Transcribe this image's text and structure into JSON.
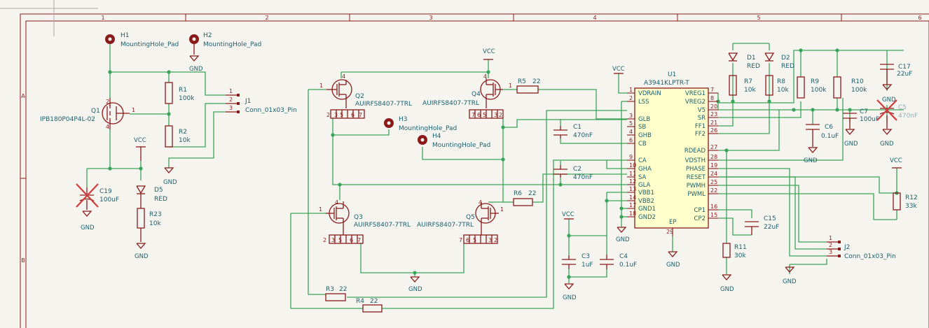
{
  "frame": {
    "columns": [
      "1",
      "2",
      "3",
      "4",
      "5",
      "6"
    ],
    "rows": [
      "A",
      "B"
    ]
  },
  "ic": {
    "ref": "U1",
    "value": "A3941KLPTR-T",
    "left_pins": [
      {
        "num": "1",
        "name": "VDRAIN"
      },
      {
        "num": "2",
        "name": "LSS"
      },
      {
        "num": "3",
        "name": "GLB"
      },
      {
        "num": "5",
        "name": "SB"
      },
      {
        "num": "4",
        "name": "GHB"
      },
      {
        "num": "6",
        "name": "CB"
      },
      {
        "num": "9",
        "name": "CA"
      },
      {
        "num": "10",
        "name": "GHA"
      },
      {
        "num": "11",
        "name": "SA"
      },
      {
        "num": "12",
        "name": "GLA"
      },
      {
        "num": "13",
        "name": "VBB1"
      },
      {
        "num": "14",
        "name": "VBB2"
      },
      {
        "num": "17",
        "name": "GND1"
      },
      {
        "num": "18",
        "name": "GND2"
      }
    ],
    "right_pins": [
      {
        "num": "7",
        "name": "VREG1"
      },
      {
        "num": "8",
        "name": "VREG2"
      },
      {
        "num": "20",
        "name": "V5"
      },
      {
        "num": "23",
        "name": "SR"
      },
      {
        "num": "21",
        "name": "FF1"
      },
      {
        "num": "26",
        "name": "FF2"
      },
      {
        "num": "27",
        "name": "RDEAD"
      },
      {
        "num": "28",
        "name": "VDSTH"
      },
      {
        "num": "19",
        "name": "PHASE"
      },
      {
        "num": "24",
        "name": "RESET"
      },
      {
        "num": "25",
        "name": "PWMH"
      },
      {
        "num": "22",
        "name": "PWML"
      },
      {
        "num": "16",
        "name": "CP1"
      },
      {
        "num": "15",
        "name": "CP2"
      }
    ],
    "ep": {
      "num": "29",
      "name": "EP"
    }
  },
  "mounting_holes": [
    {
      "ref": "H1",
      "value": "MountingHole_Pad"
    },
    {
      "ref": "H2",
      "value": "MountingHole_Pad"
    },
    {
      "ref": "H3",
      "value": "MountingHole_Pad"
    },
    {
      "ref": "H4",
      "value": "MountingHole_Pad"
    }
  ],
  "transistors": [
    {
      "ref": "Q1",
      "value": "IPB180P04P4L-02",
      "pins": [
        "2",
        "1",
        "4"
      ]
    },
    {
      "ref": "Q2",
      "value": "AUIRFS8407-7TRL",
      "pins": [
        "1",
        "4",
        "2",
        "3",
        "5",
        "6",
        "7"
      ]
    },
    {
      "ref": "Q3",
      "value": "AUIRFS8407-7TRL",
      "pins": [
        "1",
        "4",
        "2",
        "3",
        "5",
        "6",
        "7"
      ]
    },
    {
      "ref": "Q4",
      "value": "AUIRFS8407-7TRL",
      "pins": [
        "1",
        "4",
        "7",
        "6",
        "5",
        "3",
        "2"
      ]
    },
    {
      "ref": "Q5",
      "value": "AUIRFS8407-7TRL",
      "pins": [
        "1",
        "4",
        "7",
        "6",
        "5",
        "3",
        "2"
      ]
    }
  ],
  "resistors": [
    {
      "ref": "R1",
      "value": "100k"
    },
    {
      "ref": "R2",
      "value": "10k"
    },
    {
      "ref": "R23",
      "value": "10k"
    },
    {
      "ref": "R3",
      "value": "22"
    },
    {
      "ref": "R4",
      "value": "22"
    },
    {
      "ref": "R5",
      "value": "22"
    },
    {
      "ref": "R6",
      "value": "22"
    },
    {
      "ref": "R7",
      "value": "10k"
    },
    {
      "ref": "R8",
      "value": "10k"
    },
    {
      "ref": "R9",
      "value": "100k"
    },
    {
      "ref": "R10",
      "value": "100k"
    },
    {
      "ref": "R11",
      "value": "30k"
    },
    {
      "ref": "R12",
      "value": "33k"
    }
  ],
  "capacitors": [
    {
      "ref": "C1",
      "value": "470nF"
    },
    {
      "ref": "C2",
      "value": "470nF"
    },
    {
      "ref": "C3",
      "value": "1uF"
    },
    {
      "ref": "C4",
      "value": "0.1uF"
    },
    {
      "ref": "C5",
      "value": "470nF"
    },
    {
      "ref": "C6",
      "value": "0.1uF"
    },
    {
      "ref": "C7",
      "value": "100uF"
    },
    {
      "ref": "C15",
      "value": "22uF"
    },
    {
      "ref": "C17",
      "value": "22uF"
    },
    {
      "ref": "C19",
      "value": "100uF"
    }
  ],
  "leds": [
    {
      "ref": "D1",
      "value": "RED"
    },
    {
      "ref": "D2",
      "value": "RED"
    },
    {
      "ref": "D5",
      "value": "RED"
    }
  ],
  "connectors": [
    {
      "ref": "J1",
      "value": "Conn_01x03_Pin",
      "pins": [
        "1",
        "2",
        "3"
      ]
    },
    {
      "ref": "J2",
      "value": "Conn_01x03_Pin",
      "pins": [
        "1",
        "2",
        "3"
      ]
    }
  ],
  "power": {
    "vcc": "VCC",
    "gnd": "GND"
  },
  "misc_pins": {
    "q1_gate": "1"
  }
}
